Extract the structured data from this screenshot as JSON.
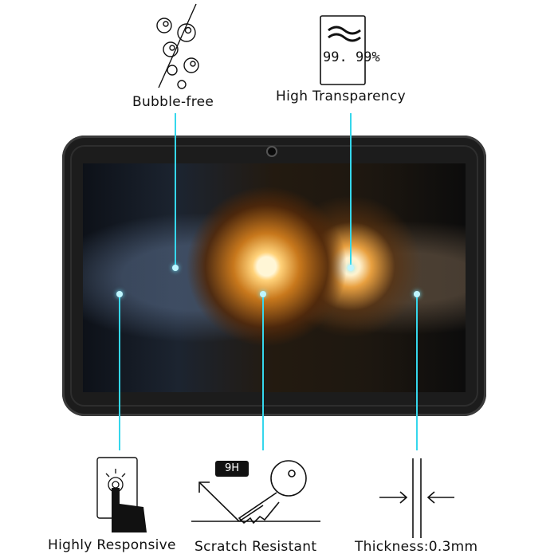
{
  "features": {
    "bubble_free": "Bubble-free",
    "high_transparency": "High Transparency",
    "transparency_value": "99. 99%",
    "highly_responsive": "Highly Responsive",
    "scratch_resistant": "Scratch Resistant",
    "hardness": "9H",
    "thickness": "Thickness:0.3mm"
  },
  "colors": {
    "callout_line": "#35d7ec",
    "text": "#111111"
  },
  "icons": [
    "bubbles-icon",
    "transparency-icon",
    "touch-hand-icon",
    "key-scratch-icon",
    "thickness-arrows-icon"
  ]
}
